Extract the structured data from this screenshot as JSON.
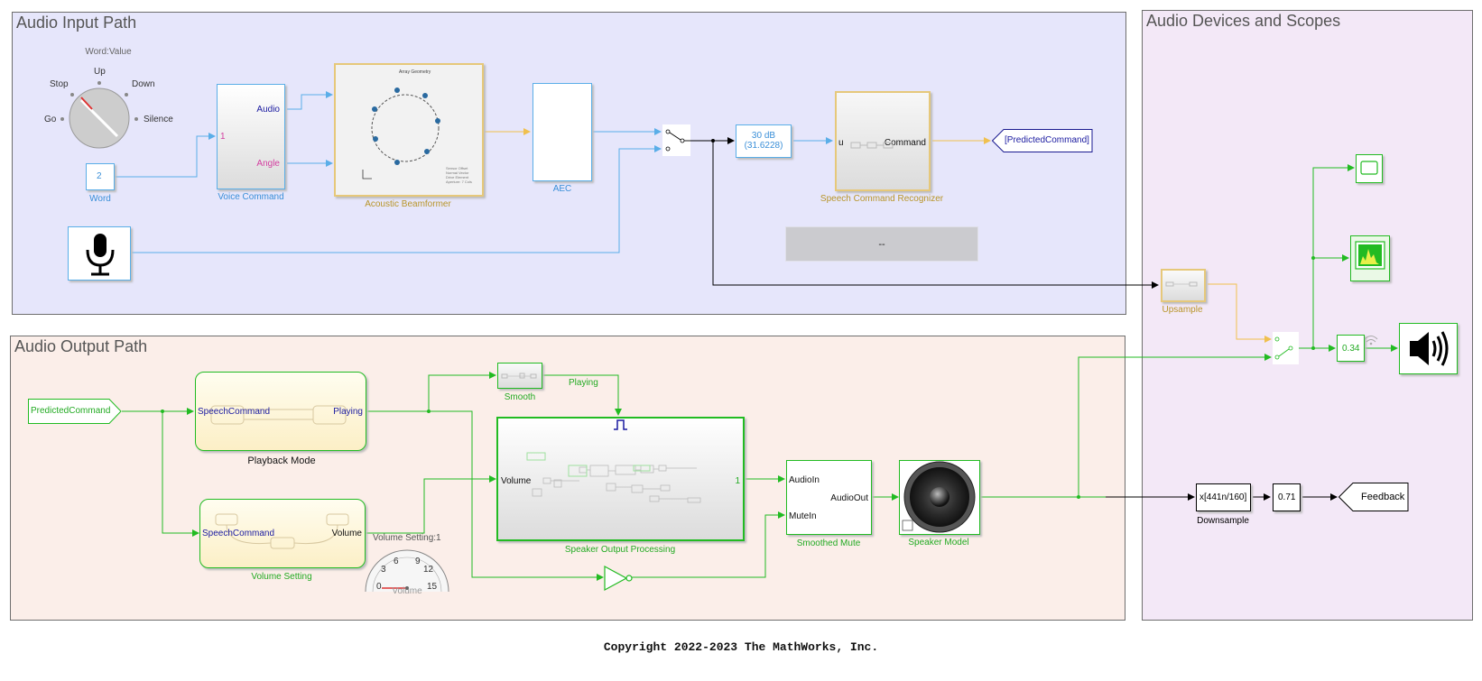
{
  "areas": {
    "input": "Audio Input Path",
    "devices": "Audio Devices and Scopes",
    "output": "Audio Output Path"
  },
  "knob": {
    "title": "Word:Value",
    "labels": {
      "up": "Up",
      "stop": "Stop",
      "down": "Down",
      "go": "Go",
      "silence": "Silence"
    }
  },
  "blocks": {
    "word": {
      "value": "2",
      "label": "Word"
    },
    "voice_command": {
      "port_audio": "Audio",
      "port_angle": "Angle",
      "port_in": "1",
      "label": "Voice Command"
    },
    "beamformer": {
      "label": "Acoustic Beamformer"
    },
    "aec": {
      "label": "AEC"
    },
    "gain_db": {
      "line1": "30 dB",
      "line2": "(31.6228)"
    },
    "recognizer": {
      "port_in": "u",
      "port_out": "Command",
      "label": "Speech Command Recognizer"
    },
    "goto_predicted": {
      "tag": "[PredictedCommand]"
    },
    "display": {
      "value": "--"
    },
    "upsample": {
      "label": "Upsample"
    },
    "from_predicted": {
      "tag": "PredictedCommand"
    },
    "playback_mode": {
      "port_in": "SpeechCommand",
      "port_out": "Playing",
      "label": "Playback Mode"
    },
    "volume_setting": {
      "port_in": "SpeechCommand",
      "port_out": "Volume",
      "label": "Volume Setting"
    },
    "gauge": {
      "title": "Volume Setting:1",
      "ticks": [
        "0",
        "3",
        "6",
        "9",
        "12",
        "15"
      ],
      "footer": "Volume"
    },
    "smooth": {
      "label": "Smooth"
    },
    "speaker_processing": {
      "port_in": "Volume",
      "port_out": "1",
      "label": "Speaker Output Processing"
    },
    "playing_signal": {
      "label": "Playing"
    },
    "smoothed_mute": {
      "port_audio": "AudioIn",
      "port_mute": "MuteIn",
      "port_out": "AudioOut",
      "label": "Smoothed Mute"
    },
    "speaker_model": {
      "label": "Speaker Model"
    },
    "downsample": {
      "expr": "x[441n/160]",
      "label": "Downsample"
    },
    "gain_071": {
      "value": "0.71"
    },
    "gain_034": {
      "value": "0.34"
    },
    "feedback": {
      "tag": "Feedback"
    }
  },
  "icons": [
    "microphone-icon",
    "speaker-icon",
    "scope-icon",
    "spectrum-icon",
    "switch-icon",
    "not-gate-icon",
    "pulse-icon"
  ],
  "colors": {
    "input_bg": "#e6e6fb",
    "devices_bg": "#f3e8f7",
    "output_bg": "#fbeee9",
    "signal_blue": "#5aaee8",
    "signal_orange": "#f0c04e",
    "signal_green": "#22bb22",
    "label_gold": "#b8952a",
    "label_blue": "#3a8fd8"
  },
  "copyright": "Copyright 2022-2023 The MathWorks, Inc."
}
